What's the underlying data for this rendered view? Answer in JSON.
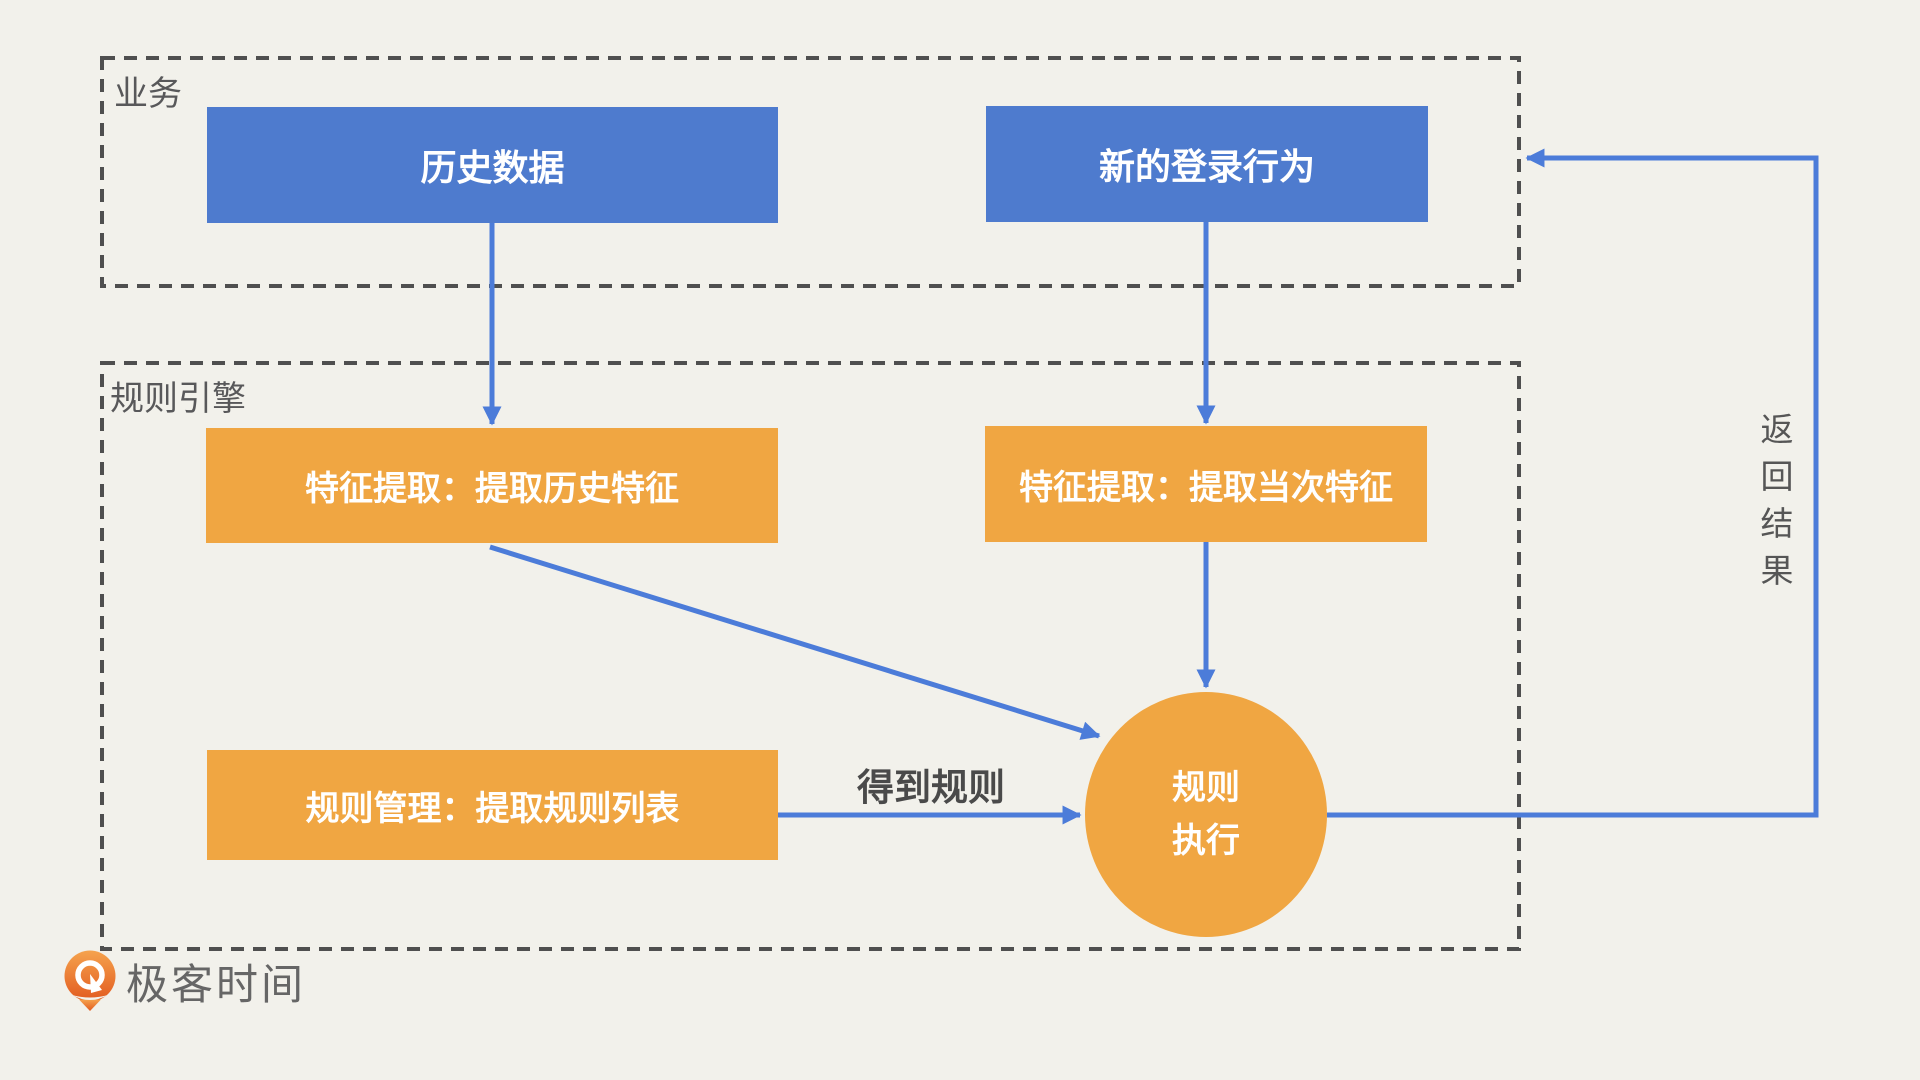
{
  "colors": {
    "background": "#F2F1EB",
    "node_blue": "#4E7BCE",
    "node_orange": "#F0A642",
    "arrow_blue": "#4C7CD9",
    "dashed_border": "#4F4F4F",
    "group_label_gray": "#58585A",
    "logo_orange": "#E8622A",
    "logo_text_gray": "#666666"
  },
  "groups": {
    "business": {
      "label": "业务"
    },
    "rule_engine": {
      "label": "规则引擎"
    }
  },
  "nodes": {
    "history_data": {
      "label": "历史数据"
    },
    "new_login_behavior": {
      "label": "新的登录行为"
    },
    "feature_extract_history": {
      "label": "特征提取：提取历史特征"
    },
    "feature_extract_current": {
      "label": "特征提取：提取当次特征"
    },
    "rule_management": {
      "label": "规则管理：提取规则列表"
    },
    "rule_execution": {
      "label": "规则\n执行"
    }
  },
  "edge_labels": {
    "get_rules": "得到规则",
    "return_result": "返回结果"
  },
  "footer": {
    "brand_name": "极客时间"
  }
}
